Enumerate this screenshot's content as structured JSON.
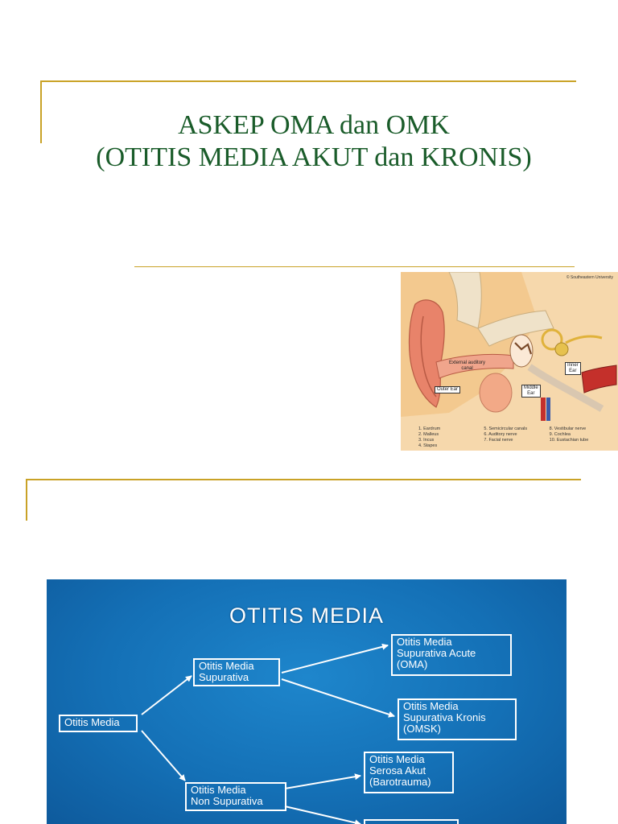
{
  "slide1": {
    "title_line1": "ASKEP OMA dan OMK",
    "title_line2": "(OTITIS MEDIA AKUT  dan KRONIS)",
    "colors": {
      "title": "#1a5c2a",
      "rule": "#c9a227"
    },
    "figure": {
      "copyright": "© Southeastern University",
      "labels": {
        "external_canal": "External auditory\ncanal",
        "outer_ear": "Outer Ear",
        "middle_ear": "Middle\nEar",
        "inner_ear": "Inner\nEar"
      },
      "legend": [
        "1. Eardrum",
        "5. Semicircular canals",
        "8. Vestibular nerve",
        "2. Malleus",
        "6. Auditory nerve",
        "9. Cochlea",
        "3. Incus",
        "7. Facial nerve",
        "10. Eustachian tube",
        "4. Stapes",
        "",
        ""
      ]
    }
  },
  "slide2": {
    "colors": {
      "background": "#1470b6",
      "box": "#ffffff"
    },
    "title": "OTITIS MEDIA",
    "nodes": {
      "root": "Otitis Media",
      "supurativa": "Otitis Media\nSupurativa",
      "oma": "Otitis Media\nSupurativa Acute\n(OMA)",
      "omsk": "Otitis Media\nSupurativa Kronis\n(OMSK)",
      "non_supurativa": "Otitis Media\nNon Supurativa",
      "serosa": "Otitis Media\nSerosa Akut\n(Barotrauma)"
    }
  }
}
